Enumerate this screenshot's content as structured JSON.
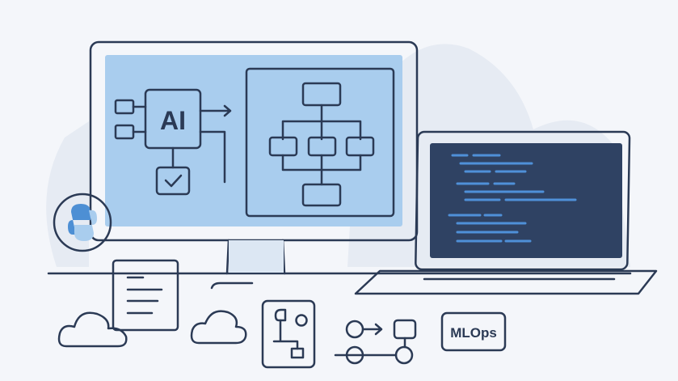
{
  "labels": {
    "ai": "AI",
    "mlops": "MLOps"
  },
  "colors": {
    "outline": "#2b3a55",
    "light_blue": "#a9cdee",
    "mid_blue": "#6fa6dd",
    "laptop_screen": "#2f4263",
    "code": "#4f90d8",
    "background": "#f4f6fa"
  },
  "icons": [
    "monitor",
    "laptop",
    "python-logo",
    "document",
    "cloud",
    "flowchart",
    "pipeline",
    "checkbox"
  ]
}
